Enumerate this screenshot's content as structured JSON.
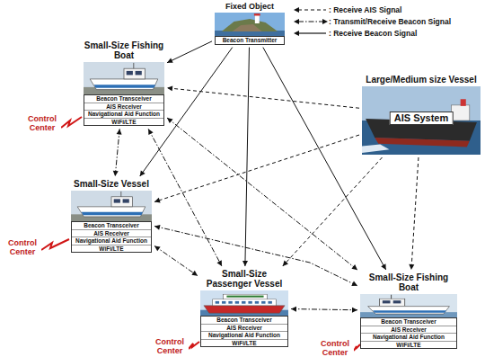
{
  "diagram": {
    "nodes": [
      {
        "text": [
          "Fixed Object",
          "Beacon Transmitter"
        ]
      },
      {
        "text": [
          "Small-Size Fishing Boat",
          "Beacon Transceiver",
          "AIS Receiver",
          "Navigational Aid Function",
          "WiFi/LTE"
        ]
      },
      {
        "text": [
          "Large/Medium size Vessel",
          "AIS System"
        ]
      },
      {
        "text": [
          "Small-Size Vessel",
          "Beacon Transceiver",
          "AIS Receiver",
          "Navigational Aid Function",
          "WiFi/LTE"
        ]
      },
      {
        "text": [
          "Small-Size Passenger Vessel",
          "Beacon Transceiver",
          "AIS Receiver",
          "Navigational Aid Function",
          "WiFi/LTE"
        ]
      },
      {
        "text": [
          "Small-Size Fishing Boat",
          "Beacon Transceiver",
          "AIS Receiver",
          "Navigational Aid Function",
          "WiFi/LTE"
        ]
      }
    ],
    "edges": [
      {
        "from": 0,
        "to": 1,
        "arrow": "to"
      },
      {
        "from": 0,
        "to": 3,
        "arrow": "to"
      },
      {
        "from": 0,
        "to": 4,
        "arrow": "to"
      },
      {
        "from": 0,
        "to": 5,
        "arrow": "to"
      },
      {
        "from": 2,
        "to": 1,
        "arrow": "to"
      },
      {
        "from": 2,
        "to": 3,
        "arrow": "to"
      },
      {
        "from": 2,
        "to": 4,
        "arrow": "to"
      },
      {
        "from": 2,
        "to": 5,
        "arrow": "to"
      },
      {
        "from": 1,
        "to": 3,
        "arrow": "both"
      },
      {
        "from": 1,
        "to": 4,
        "arrow": "both"
      },
      {
        "from": 1,
        "to": 5,
        "arrow": "both"
      },
      {
        "from": 3,
        "to": 4,
        "arrow": "both"
      },
      {
        "from": 3,
        "to": 5,
        "arrow": "both"
      },
      {
        "from": 4,
        "to": 5,
        "arrow": "both"
      }
    ],
    "labels": [
      "Control Center",
      "Control Center",
      "Control Center",
      "Control Center"
    ],
    "legend": [
      {
        "text": ": Receive AIS Signal"
      },
      {
        "text": ": Transmit/Receive Beacon Signal"
      },
      {
        "text": ": Receive Beacon Signal"
      }
    ]
  }
}
